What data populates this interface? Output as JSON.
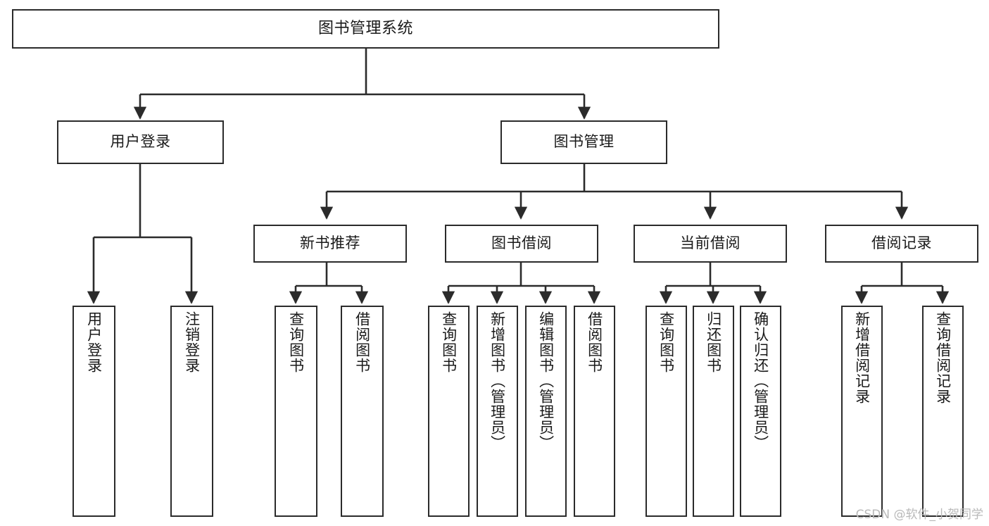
{
  "diagram": {
    "title": "图书管理系统",
    "type": "tree-hierarchy-diagram",
    "colors": {
      "box_border": "#2b2b2b",
      "box_fill": "#ffffff",
      "edge": "#2b2b2b",
      "text": "#1a1a1a",
      "watermark": "#b9b9b9",
      "background": "#ffffff"
    },
    "watermark": "CSDN @软件_小贺同学",
    "levels": {
      "root": "图书管理系统",
      "level2": [
        "用户登录",
        "图书管理"
      ],
      "level3": [
        "新书推荐",
        "图书借阅",
        "当前借阅",
        "借阅记录"
      ]
    },
    "nodes": {
      "root": {
        "label": "图书管理系统"
      },
      "user_login": {
        "label": "用户登录"
      },
      "book_manage": {
        "label": "图书管理"
      },
      "new_book_rec": {
        "label": "新书推荐"
      },
      "book_borrow": {
        "label": "图书借阅"
      },
      "current_borrow": {
        "label": "当前借阅"
      },
      "borrow_record": {
        "label": "借阅记录"
      },
      "leaf_user_login": {
        "label": "用户登录"
      },
      "leaf_logout": {
        "label": "注销登录"
      },
      "leaf_query_book_1": {
        "label": "查询图书"
      },
      "leaf_borrow_book_1": {
        "label": "借阅图书"
      },
      "leaf_query_book_2": {
        "label": "查询图书"
      },
      "leaf_add_book": {
        "label": "新增图书（管理员）"
      },
      "leaf_edit_book": {
        "label": "编辑图书（管理员）"
      },
      "leaf_borrow_book_2": {
        "label": "借阅图书"
      },
      "leaf_query_book_3": {
        "label": "查询图书"
      },
      "leaf_return_book": {
        "label": "归还图书"
      },
      "leaf_confirm_return": {
        "label": "确认归还（管理员）"
      },
      "leaf_add_record": {
        "label": "新增借阅记录"
      },
      "leaf_query_record": {
        "label": "查询借阅记录"
      }
    }
  }
}
